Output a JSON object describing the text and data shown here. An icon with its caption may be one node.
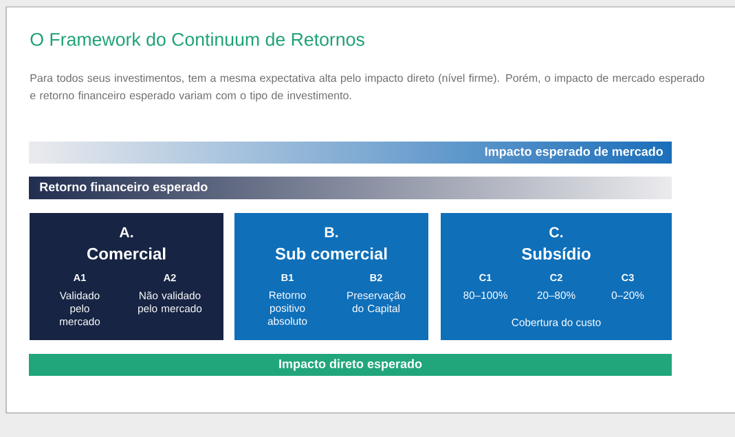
{
  "diagram": {
    "title": "O Framework do Continuum de Retornos",
    "nodes": [
      {
        "text": [
          "Impacto esperado de mercado"
        ]
      },
      {
        "text": [
          "Retorno financeiro esperado"
        ]
      },
      {
        "text": [
          "A.",
          "Comercial",
          "A1",
          "Validado pelo mercado",
          "A2",
          "Não validado pelo mercado"
        ]
      },
      {
        "text": [
          "B.",
          "Sub comercial",
          "B1",
          "Retorno positivo absoluto",
          "B2",
          "Preservação do Capital"
        ]
      },
      {
        "text": [
          "C.",
          "Subsídio",
          "C1",
          "80–100%",
          "C2",
          "20–80%",
          "C3",
          "0–20%",
          "Cobertura do custo"
        ]
      },
      {
        "text": [
          "Impacto direto esperado"
        ]
      }
    ],
    "labels": [
      "Para todos seus investimentos, tem a mesma expectativa alta pelo impacto direto (nível firme). Porém, o impacto de mercado esperado e retorno financeiro esperado variam com o tipo de investimento."
    ]
  }
}
